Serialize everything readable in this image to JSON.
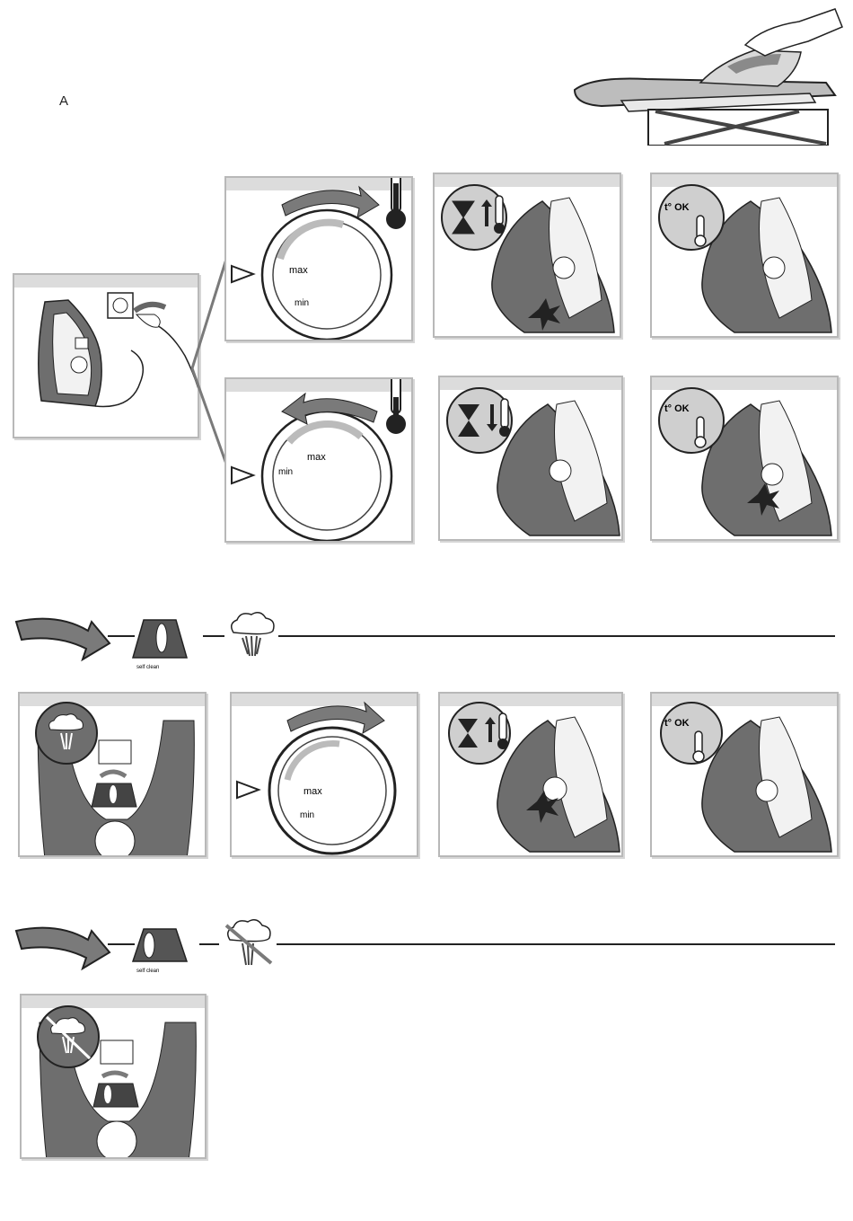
{
  "section_label": "A",
  "labels": {
    "max": "max",
    "min": "min",
    "t_ok": "t° OK",
    "self_clean": "self clean"
  },
  "colors": {
    "panel_border": "#b8b8b8",
    "panel_bar": "#dcdcdc",
    "iron_dark": "#6e6e6e",
    "iron_light": "#cfcfcf",
    "arrow_gray": "#7a7a7a",
    "ink": "#222222"
  },
  "icons": [
    "iron-on-board-illustration",
    "plug-in-illustration",
    "dial-clockwise",
    "dial-counterclockwise",
    "thermometer-icon",
    "hourglass-icon",
    "temperature-up-icon",
    "temperature-down-icon",
    "steam-cloud-icon",
    "no-steam-icon",
    "steam-selector-icon",
    "big-arrow-icon"
  ]
}
